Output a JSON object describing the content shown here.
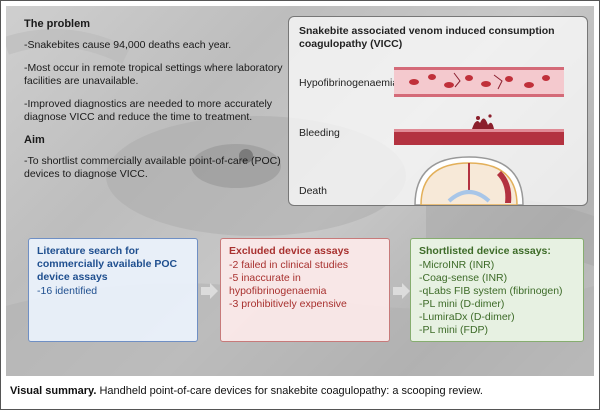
{
  "problem": {
    "heading": "The problem",
    "points": [
      "-Snakebites cause 94,000 deaths each year.",
      "-Most occur in remote tropical settings where laboratory facilities are unavailable.",
      "-Improved diagnostics are needed to more accurately diagnose VICC and reduce the time to treatment."
    ],
    "aim_heading": "Aim",
    "aim_text": "-To shortlist commercially available point-of-care (POC) devices to diagnose VICC."
  },
  "vicc": {
    "title": "Snakebite associated venom induced consumption coagulopathy (VICC)",
    "stages": [
      "Hypofibrinogenaemia",
      "Bleeding",
      "Death"
    ]
  },
  "flow": {
    "literature": {
      "title": "Literature search for commercially available POC device assays",
      "detail": "-16 identified"
    },
    "excluded": {
      "title": "Excluded device assays",
      "items": [
        "-2 failed in clinical studies",
        "-5 inaccurate in hypofibrinogenaemia",
        "-3 prohibitively expensive"
      ]
    },
    "shortlisted": {
      "title": "Shortlisted device assays:",
      "items": [
        "-MicroINR (INR)",
        "-Coag-sense (INR)",
        "-qLabs FIB system (fibrinogen)",
        "-PL mini (D-dimer)",
        "-LumiraDx (D-dimer)",
        "-PL mini (FDP)"
      ]
    }
  },
  "caption": {
    "bold": "Visual summary.",
    "text": " Handheld point-of-care devices for snakebite coagulopathy: a scooping review."
  },
  "colors": {
    "blue": "#1f4f8f",
    "red": "#a8312f",
    "green": "#3d6b28",
    "blood": "#c0303a"
  }
}
